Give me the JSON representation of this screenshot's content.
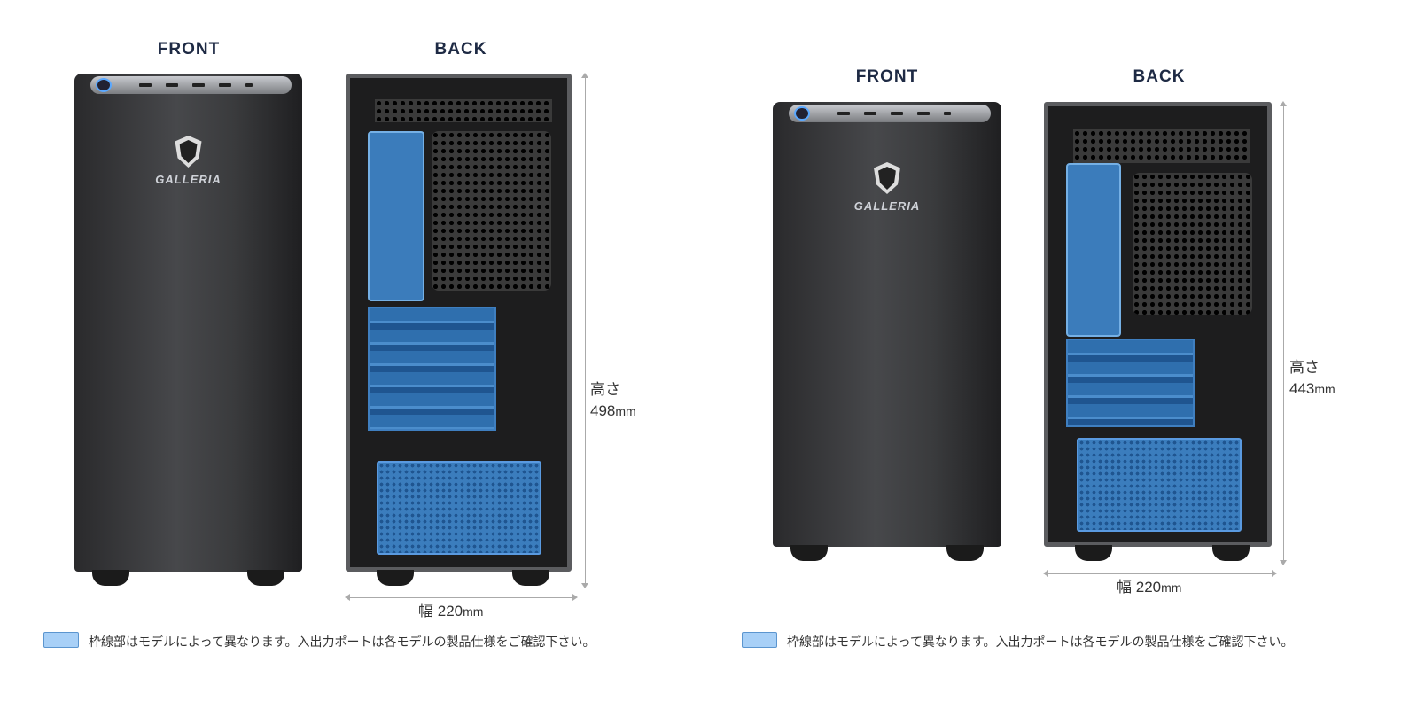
{
  "groups": [
    {
      "front_label": "FRONT",
      "back_label": "BACK",
      "brand": "GALLERIA",
      "height_label": "高さ",
      "height_value": "498",
      "height_unit": "mm",
      "width_label": "幅",
      "width_value": "220",
      "width_unit": "mm",
      "note": "枠線部はモデルによって異なります。入出力ポートは各モデルの製品仕様をご確認下さい。"
    },
    {
      "front_label": "FRONT",
      "back_label": "BACK",
      "brand": "GALLERIA",
      "height_label": "高さ",
      "height_value": "443",
      "height_unit": "mm",
      "width_label": "幅",
      "width_value": "220",
      "width_unit": "mm",
      "note": "枠線部はモデルによって異なります。入出力ポートは各モデルの製品仕様をご確認下さい。"
    }
  ],
  "colors": {
    "highlight": "#3d82c4",
    "label": "#1e2a44"
  }
}
